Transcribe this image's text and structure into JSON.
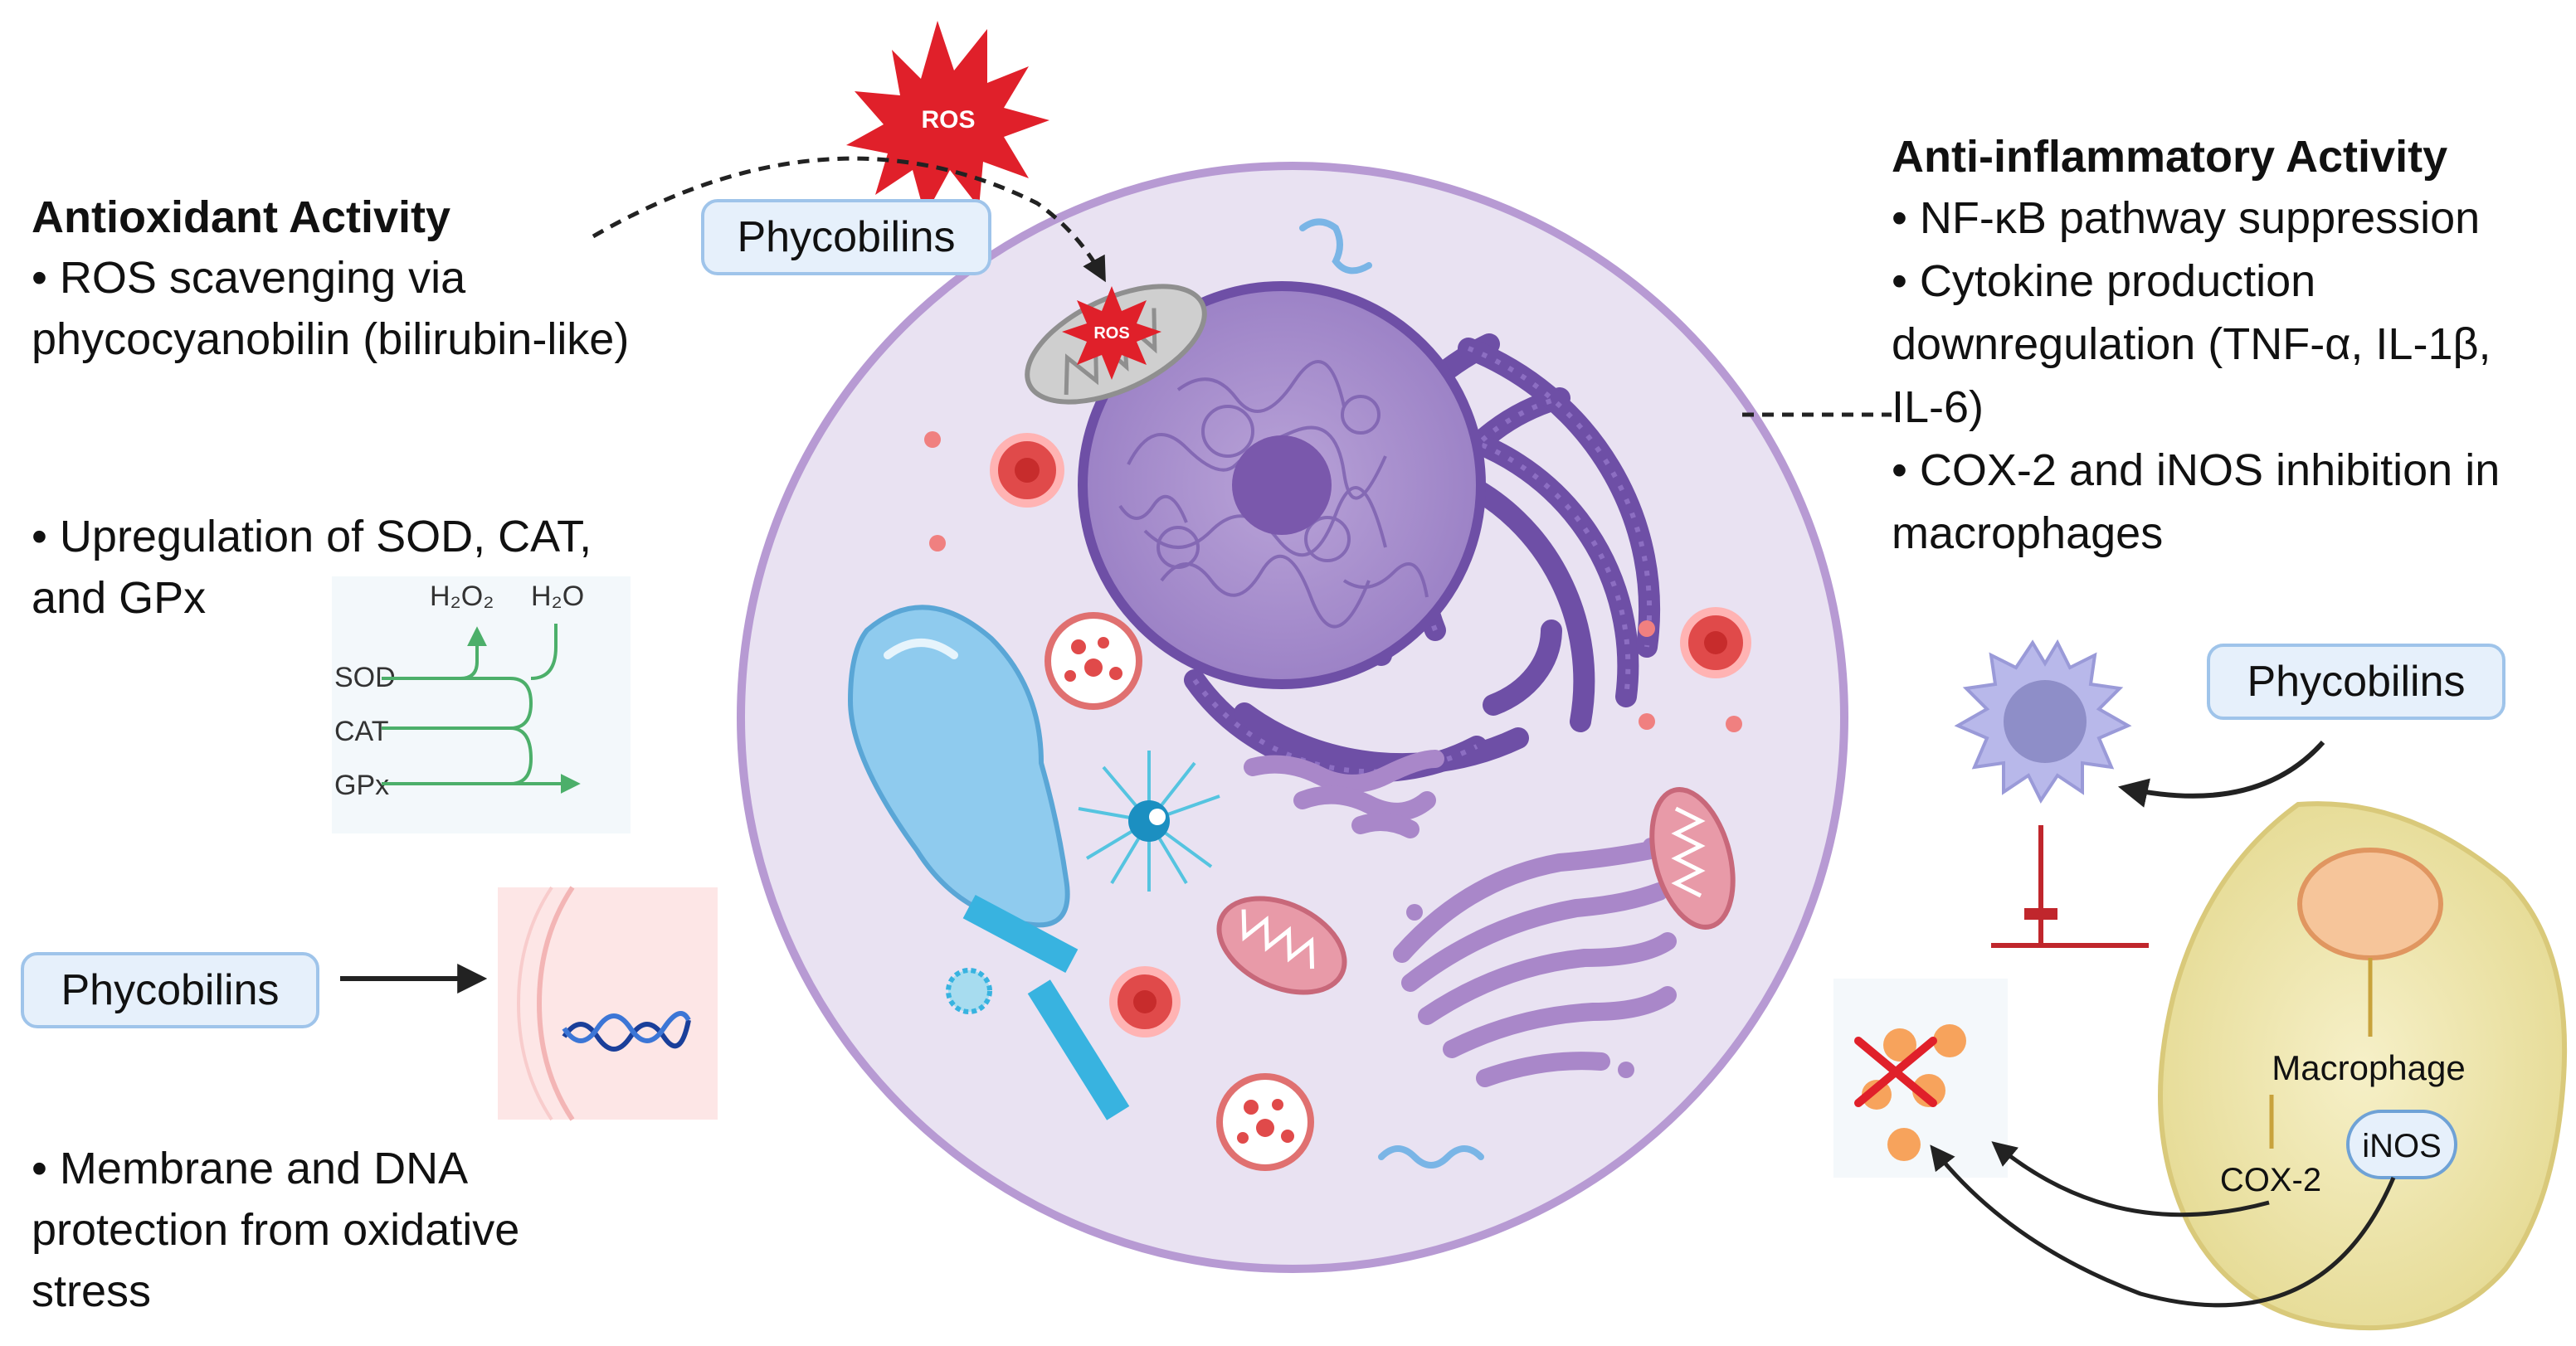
{
  "antioxidant": {
    "title": "Antioxidant Activity",
    "bullet1_line1": "• ROS scavenging via",
    "bullet1_line2": "phycocyanobilin (bilirubin-like)",
    "bullet2_line1": "• Upregulation of SOD, CAT,",
    "bullet2_line2": "and GPx",
    "bullet3_line1": "• Membrane and DNA",
    "bullet3_line2": "protection from oxidative",
    "bullet3_line3": "stress"
  },
  "anti_inflammatory": {
    "title": "Anti-inflammatory Activity",
    "line1": "• NF-κB pathway suppression",
    "line2": "• Cytokine production",
    "line3": "downregulation (TNF-α, IL-1β,",
    "line4": "IL-6)",
    "line5": "• COX-2 and iNOS inhibition in",
    "line6": "macrophages"
  },
  "labels": {
    "phycobilins_top": "Phycobilins",
    "phycobilins_left": "Phycobilins",
    "phycobilins_right": "Phycobilins",
    "ros_star": "ROS",
    "ros_mito": "ROS",
    "macrophage": "Macrophage",
    "cox2": "COX-2",
    "inos": "iNOS"
  },
  "enzyme_inset": {
    "h2o2": "H₂O₂",
    "h2o": "H₂O",
    "sod": "SOD",
    "cat": "CAT",
    "gpx": "GPx"
  },
  "colors": {
    "cell_fill": "#e9e2f2",
    "cell_border": "#b79ad3",
    "nucleus": "#8a6bb8",
    "er": "#6e4fa6",
    "ros_red": "#e0202a",
    "enzyme_green": "#4caf6a",
    "macrophage_fill": "#f1e9b4",
    "inhibit_red": "#c0262c",
    "pill_fill": "#e6f0fb",
    "pill_border": "#9fc4ea"
  }
}
